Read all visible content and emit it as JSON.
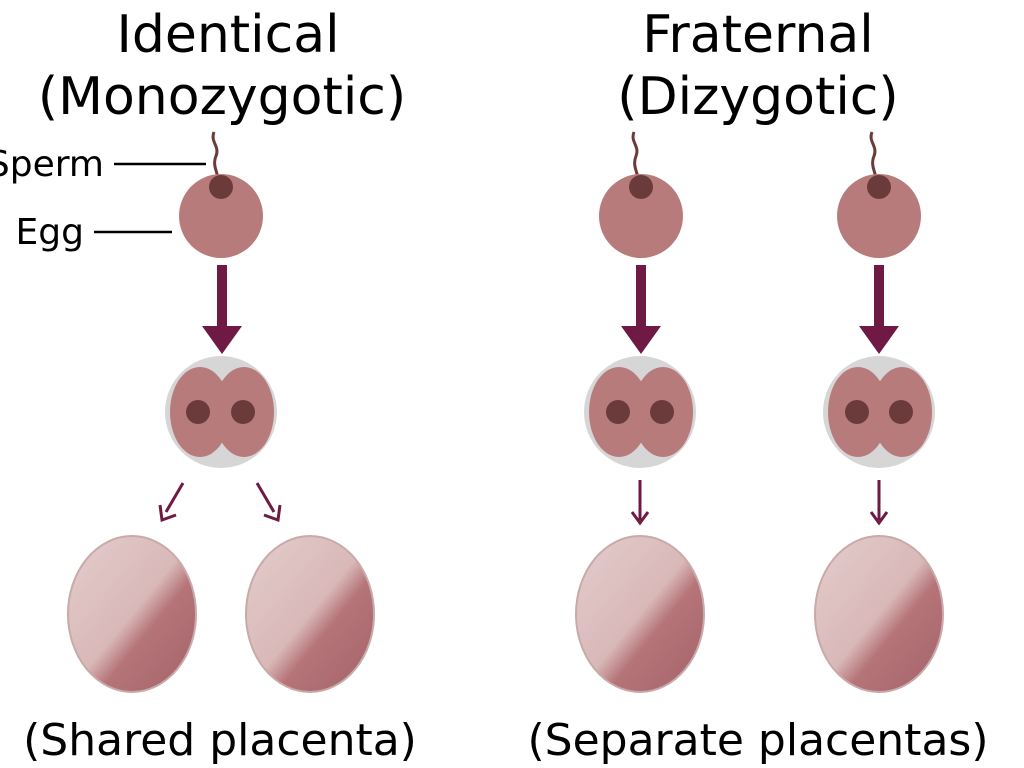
{
  "identical": {
    "title_line1": "Identical",
    "title_line2": "(Monozygotic)",
    "caption": "(Shared placenta)"
  },
  "fraternal": {
    "title_line1": "Fraternal",
    "title_line2": "(Dizygotic)",
    "caption": "(Separate placentas)"
  },
  "labels": {
    "sperm": "Sperm",
    "egg": "Egg"
  },
  "colors": {
    "egg": "#b87b7b",
    "nucleus": "#6b3b3b",
    "zona": "#d6d6d6",
    "arrow": "#6e1a45",
    "placenta_light": "#e2c8c8",
    "placenta_dark": "#a9686c",
    "label_line": "#000000"
  }
}
